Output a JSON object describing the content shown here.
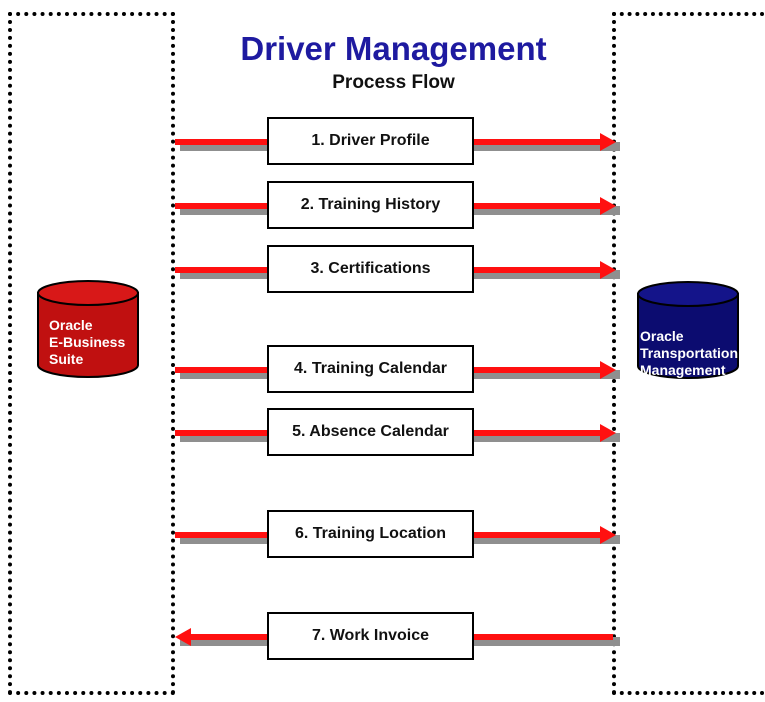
{
  "title": "Driver Management",
  "subtitle": "Process Flow",
  "source_system": {
    "lines": [
      "Oracle",
      "E-Business",
      "Suite"
    ],
    "color": "#c01010"
  },
  "target_system": {
    "lines": [
      "Oracle",
      "Transportation",
      "Management"
    ],
    "color": "#0c0c70"
  },
  "flows": [
    {
      "label": "1.  Driver Profile",
      "direction": "right"
    },
    {
      "label": "2. Training History",
      "direction": "right"
    },
    {
      "label": "3. Certifications",
      "direction": "right"
    },
    {
      "label": "4. Training Calendar",
      "direction": "right"
    },
    {
      "label": "5. Absence Calendar",
      "direction": "right"
    },
    {
      "label": "6. Training Location",
      "direction": "right"
    },
    {
      "label": "7. Work Invoice",
      "direction": "left"
    }
  ],
  "arrow_color": "#ff1010",
  "shadow_color": "#8f8f8f"
}
